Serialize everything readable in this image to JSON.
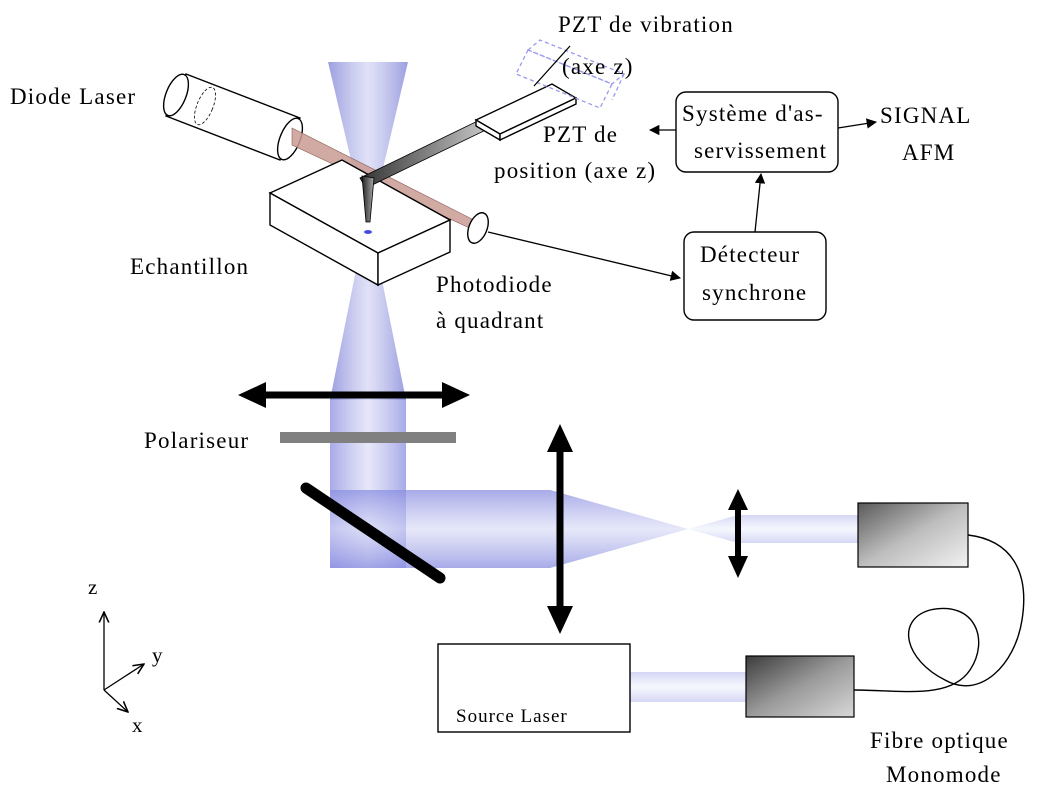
{
  "labels": {
    "pzt_vibration_line1": "PZT de vibration",
    "pzt_vibration_line2": "(axe z)",
    "diode_laser": "Diode Laser",
    "pzt_position_line1": "PZT de",
    "pzt_position_line2": "position (axe z)",
    "echantillon": "Echantillon",
    "photodiode_line1": "Photodiode",
    "photodiode_line2": "à quadrant",
    "polariseur": "Polariseur",
    "fibre_line1": "Fibre optique",
    "fibre_line2": "Monomode"
  },
  "boxes": {
    "asservissement_line1": "Système d'as-",
    "asservissement_line2": "servissement",
    "detecteur_line1": "Détecteur",
    "detecteur_line2": "synchrone",
    "source_laser": "Source Laser"
  },
  "signal": {
    "line1": "SIGNAL",
    "line2": "AFM"
  },
  "axes": {
    "z": "z",
    "y": "y",
    "x": "x"
  },
  "colors": {
    "beam": "#7b7fd6",
    "diode_beam": "#c99b93",
    "polarizer": "#808080",
    "black": "#000000"
  }
}
